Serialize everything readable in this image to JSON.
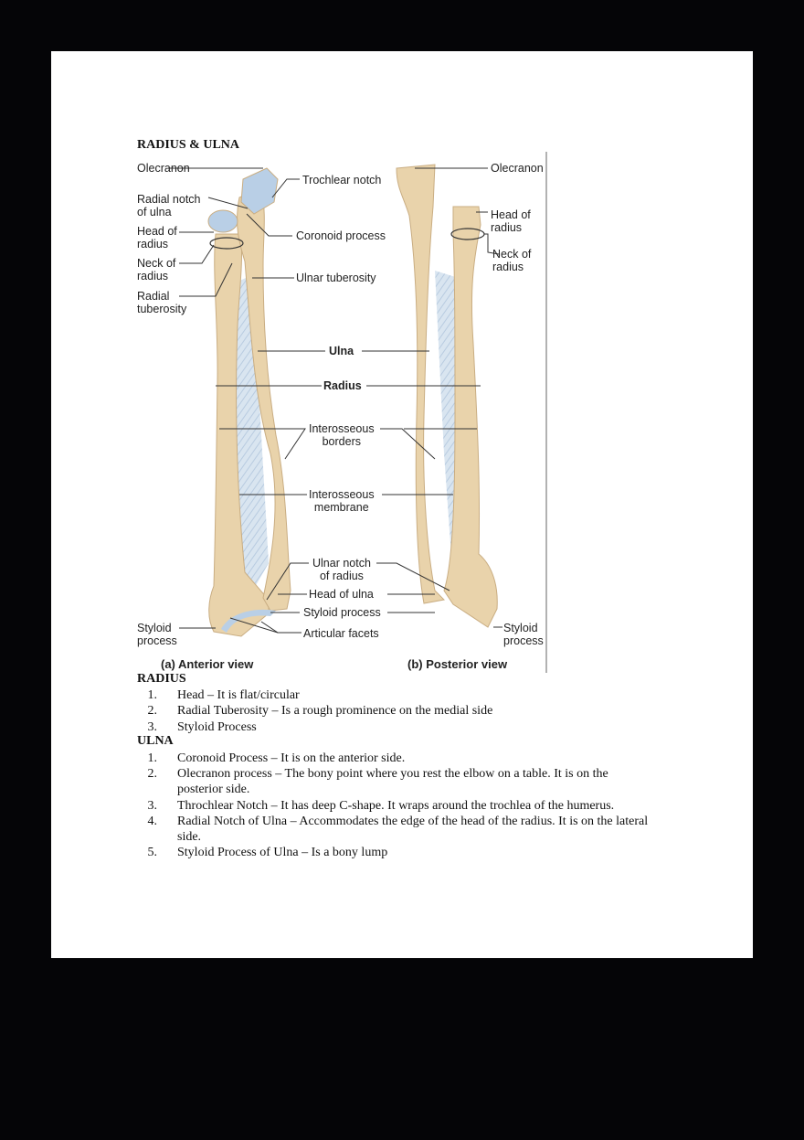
{
  "document": {
    "title": "RADIUS & ULNA",
    "figure": {
      "labels_anterior_left": [
        {
          "id": "olecranon",
          "text": "Olecranon"
        },
        {
          "id": "radial-notch",
          "text": "Radial notch\nof ulna"
        },
        {
          "id": "head-of-radius",
          "text": "Head of\nradius"
        },
        {
          "id": "neck-of-radius",
          "text": "Neck of\nradius"
        },
        {
          "id": "radial-tuberosity",
          "text": "Radial\ntuberosity"
        },
        {
          "id": "styloid-left",
          "text": "Styloid\nprocess"
        }
      ],
      "labels_center": [
        {
          "id": "trochlear-notch",
          "text": "Trochlear notch"
        },
        {
          "id": "coronoid-process",
          "text": "Coronoid process"
        },
        {
          "id": "ulnar-tuberosity",
          "text": "Ulnar tuberosity"
        },
        {
          "id": "ulna",
          "text": "Ulna"
        },
        {
          "id": "radius",
          "text": "Radius"
        },
        {
          "id": "interosseous-borders",
          "text": "Interosseous\nborders"
        },
        {
          "id": "interosseous-membrane",
          "text": "Interosseous\nmembrane"
        },
        {
          "id": "ulnar-notch",
          "text": "Ulnar notch\nof radius"
        },
        {
          "id": "head-of-ulna",
          "text": "Head of ulna"
        },
        {
          "id": "styloid-process",
          "text": "Styloid process"
        },
        {
          "id": "articular-facets",
          "text": "Articular facets"
        }
      ],
      "labels_posterior_right": [
        {
          "id": "olecranon-post",
          "text": "Olecranon"
        },
        {
          "id": "head-of-radius-post",
          "text": "Head of\nradius"
        },
        {
          "id": "neck-of-radius-post",
          "text": "Neck of\nradius"
        },
        {
          "id": "styloid-right",
          "text": "Styloid\nprocess"
        }
      ],
      "caption_a": "(a) Anterior view",
      "caption_b": "(b) Posterior view",
      "colors": {
        "bone": "#e9d3ab",
        "bone_shadow": "#c9ad82",
        "cartilage": "#b9cfe6",
        "membrane": "#d5e2ee",
        "line": "#333333"
      }
    },
    "sections": [
      {
        "heading": "RADIUS",
        "items": [
          {
            "num": "1.",
            "text": "Head – It is flat/circular"
          },
          {
            "num": "2.",
            "text": "Radial Tuberosity – Is a rough prominence on the medial side"
          },
          {
            "num": "3.",
            "text": "Styloid Process"
          }
        ]
      },
      {
        "heading": "ULNA",
        "items": [
          {
            "num": "1.",
            "text": "Coronoid Process – It is on the anterior side."
          },
          {
            "num": "2.",
            "text": "Olecranon process – The bony point where you rest the elbow on a table. It is on the posterior side."
          },
          {
            "num": "3.",
            "text": "Throchlear Notch – It has deep C-shape. It wraps around the trochlea of the humerus."
          },
          {
            "num": "4.",
            "text": "Radial Notch of Ulna – Accommodates the edge of the head of the radius. It is on the lateral side."
          },
          {
            "num": "5.",
            "text": "Styloid Process of Ulna – Is a bony lump"
          }
        ]
      }
    ]
  }
}
